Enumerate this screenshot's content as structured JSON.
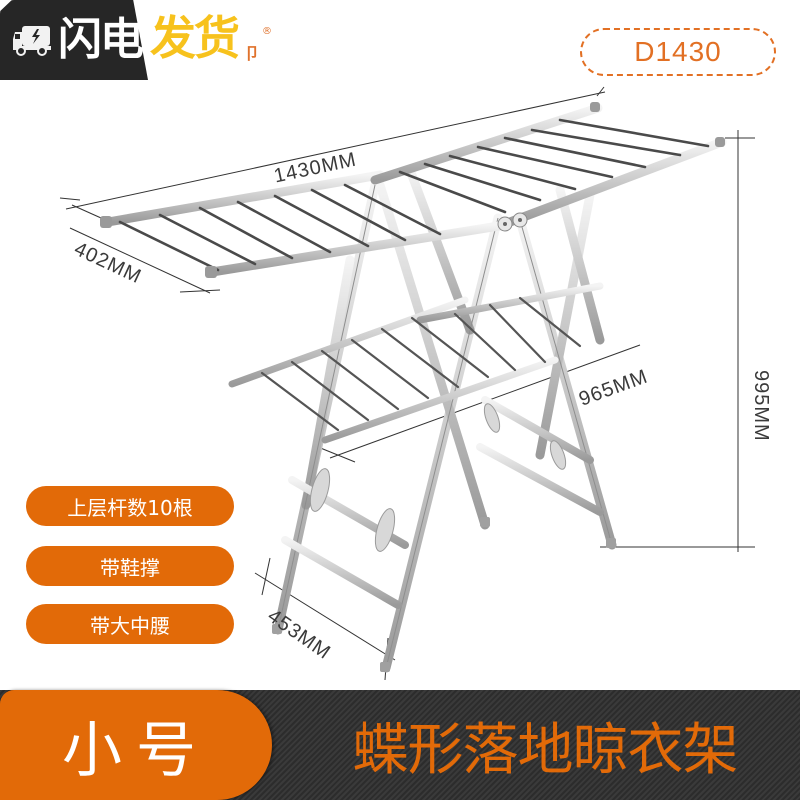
{
  "brand": {
    "badge_dark_text": "闪电",
    "badge_highlight_text": "发货",
    "badge_tail_text": "卩",
    "registered_mark": "®",
    "icon": "delivery-truck-icon",
    "colors": {
      "dark": "#262626",
      "highlight": "#f7c21d",
      "accent": "#e0722c"
    }
  },
  "model": {
    "code": "D1430",
    "color": "#e27024"
  },
  "dimensions": {
    "width_label": "1430MM",
    "depth_label": "402MM",
    "height_label": "995MM",
    "lower_length_label": "965MM",
    "base_depth_label": "453MM"
  },
  "features": [
    {
      "label": "上层杆数10根"
    },
    {
      "label": "带鞋撑"
    },
    {
      "label": "带大中腰"
    }
  ],
  "banner": {
    "size_label": "小号",
    "title": "蝶形落地晾衣架",
    "colors": {
      "accent": "#e26a08",
      "background": "#333333",
      "text_on_accent": "#ffffff"
    }
  },
  "product": {
    "description_icon": "butterfly-drying-rack-illustration"
  }
}
